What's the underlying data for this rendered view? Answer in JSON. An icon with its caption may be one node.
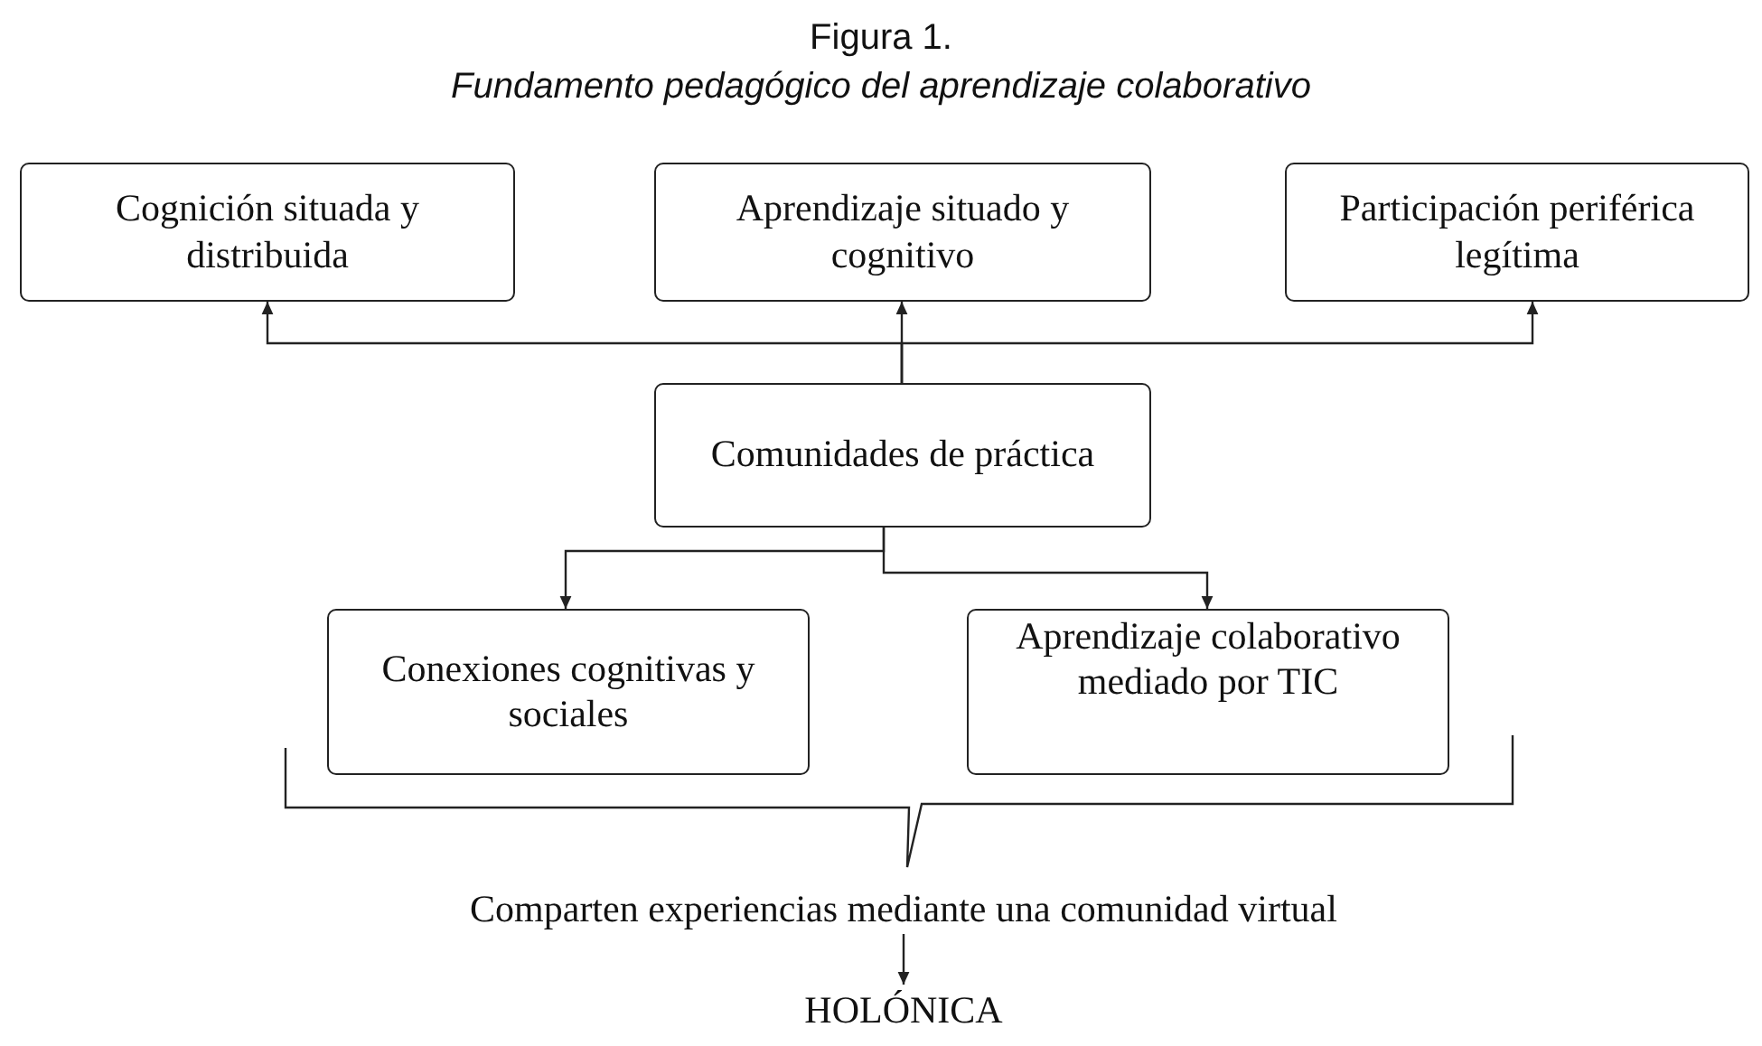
{
  "diagram": {
    "title": "Figura 1.",
    "caption": "Fundamento pedagógico del aprendizaje colaborativo",
    "nodes": [
      {
        "text": [
          "Cognición situada y distribuida"
        ]
      },
      {
        "text": [
          "Aprendizaje situado y cognitivo"
        ]
      },
      {
        "text": [
          "Participación periférica legítima"
        ]
      },
      {
        "text": [
          "Comunidades de práctica"
        ]
      },
      {
        "text": [
          "Conexiones cognitivas y sociales"
        ]
      },
      {
        "text": [
          "Aprendizaje colaborativo mediado por TIC"
        ]
      },
      {
        "text": [
          "Comparten experiencias mediante una comunidad virtual"
        ]
      },
      {
        "text": [
          "HOLÓNICA"
        ]
      }
    ],
    "edges": [
      {
        "from": 3,
        "to": 0,
        "arrow": "to"
      },
      {
        "from": 3,
        "to": 1,
        "arrow": "to"
      },
      {
        "from": 3,
        "to": 2,
        "arrow": "to"
      },
      {
        "from": 3,
        "to": 4,
        "arrow": "to"
      },
      {
        "from": 3,
        "to": 5,
        "arrow": "to"
      },
      {
        "from": 6,
        "to": 7,
        "arrow": "to"
      }
    ]
  }
}
